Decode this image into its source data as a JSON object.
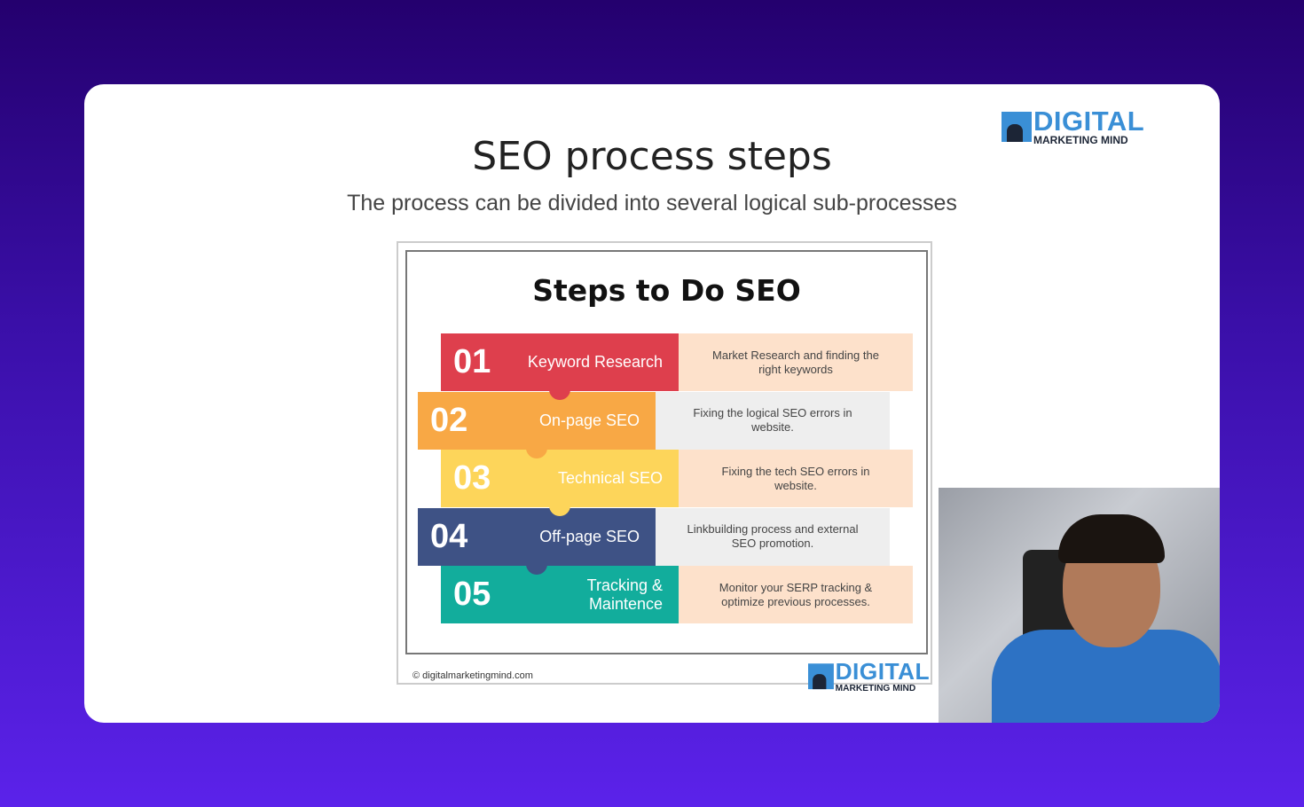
{
  "slide": {
    "title": "SEO process steps",
    "subtitle": "The process can be divided into several logical sub-processes",
    "logo": {
      "big": "DIGITAL",
      "small": "MARKETING MIND"
    }
  },
  "image": {
    "heading": "Steps to Do SEO",
    "steps": [
      {
        "num": "01",
        "label": "Keyword Research",
        "desc": "Market Research and finding the right keywords",
        "color": "#de3f4d",
        "desc_bg": "#fde1cb"
      },
      {
        "num": "02",
        "label": "On-page SEO",
        "desc": "Fixing the logical SEO errors in website.",
        "color": "#f8a845",
        "desc_bg": "#eeeeee"
      },
      {
        "num": "03",
        "label": "Technical SEO",
        "desc": "Fixing the tech SEO errors in website.",
        "color": "#fdd55a",
        "desc_bg": "#fde1cb"
      },
      {
        "num": "04",
        "label": "Off-page SEO",
        "desc": "Linkbuilding process and external SEO promotion.",
        "color": "#3e5285",
        "desc_bg": "#eeeeee"
      },
      {
        "num": "05",
        "label": "Tracking & Maintence",
        "desc": "Monitor your SERP tracking & optimize previous processes.",
        "color": "#12ad9c",
        "desc_bg": "#fde1cb"
      }
    ],
    "footer": "© digitalmarketingmind.com",
    "logo": {
      "big": "DIGITAL",
      "small": "MARKETING MIND"
    }
  }
}
